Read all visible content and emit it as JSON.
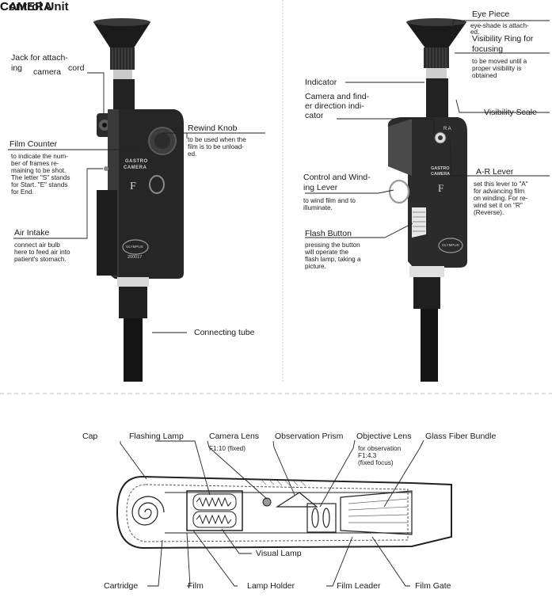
{
  "headers": {
    "control_unit": "Control Unit",
    "camera": "CAMERA"
  },
  "left_unit": {
    "jack": [
      "Jack  for  attach-",
      "ing",
      "camera",
      "cord"
    ],
    "film_counter": {
      "title": "Film Counter",
      "desc": [
        "to indicate the num-",
        "ber  of  frames  re-",
        "maining to be shot.",
        "The letter \"S\" stands",
        "for Start. \"E\" stands",
        "for End."
      ]
    },
    "air_intake": {
      "title": "Air Intake",
      "desc": [
        "connect    air    bulb",
        "here to feed air into",
        "patient's stomach."
      ]
    },
    "rewind_knob": {
      "title": "Rewind Knob",
      "desc": [
        "to be used when the",
        "film is to be unload-",
        "ed."
      ]
    },
    "connecting_tube": "Connecting tube",
    "body_text": {
      "brand_line1": "GASTRO",
      "brand_line2": "CAMERA",
      "letter": "F",
      "serial": "200017",
      "badge": "OLYMPUS"
    }
  },
  "right_unit": {
    "eye_piece": {
      "title": "Eye Piece",
      "desc": [
        "eye-shade is attach-",
        "ed."
      ]
    },
    "visibility_ring": {
      "title": [
        "Visibility Ring  for",
        "focusing"
      ],
      "desc": [
        "to be moved until a",
        "proper  visibility  is",
        "obtained"
      ]
    },
    "indicator": "Indicator",
    "camera_finder": [
      "Camera and  find-",
      "er  direction  indi-",
      "cator"
    ],
    "visibility_scale": "Visibility Scale",
    "ar_lever": {
      "title": "A-R  Lever",
      "desc": [
        "set this lever to \"A\"",
        "for  advancing  film",
        "on winding.  For re-",
        "wind set it on \"R\"",
        "(Reverse)."
      ]
    },
    "control_winding": {
      "title": [
        "Control and Wind-",
        "ing Lever"
      ],
      "desc": [
        "to wind film and to",
        "illuminate."
      ]
    },
    "flash_button": {
      "title": "Flash Button",
      "desc": [
        "pressing  the  button",
        "will     operate     the",
        "flash lamp,  taking a",
        "picture."
      ]
    },
    "body_text": {
      "brand_line1": "GASTRO",
      "brand_line2": "CAMERA",
      "letter": "F",
      "ar_letters": "R  A",
      "badge": "OLYMPUS"
    }
  },
  "camera_diagram": {
    "top_labels": {
      "cap": "Cap",
      "flashing_lamp": "Flashing Lamp",
      "camera_lens": "Camera Lens",
      "camera_lens_spec": "F1:10  (fixed)",
      "observation_prism": "Observation Prism",
      "objective_lens": "Objective Lens",
      "objective_spec": [
        "for  observation",
        "F1:4.3",
        "(fixed focus)"
      ],
      "glass_fiber": "Glass Fiber Bundle"
    },
    "bottom_labels": {
      "visual_lamp": "Visual Lamp",
      "cartridge": "Cartridge",
      "film": "Film",
      "lamp_holder": "Lamp Holder",
      "film_leader": "Film Leader",
      "film_gate": "Film Gate"
    }
  }
}
